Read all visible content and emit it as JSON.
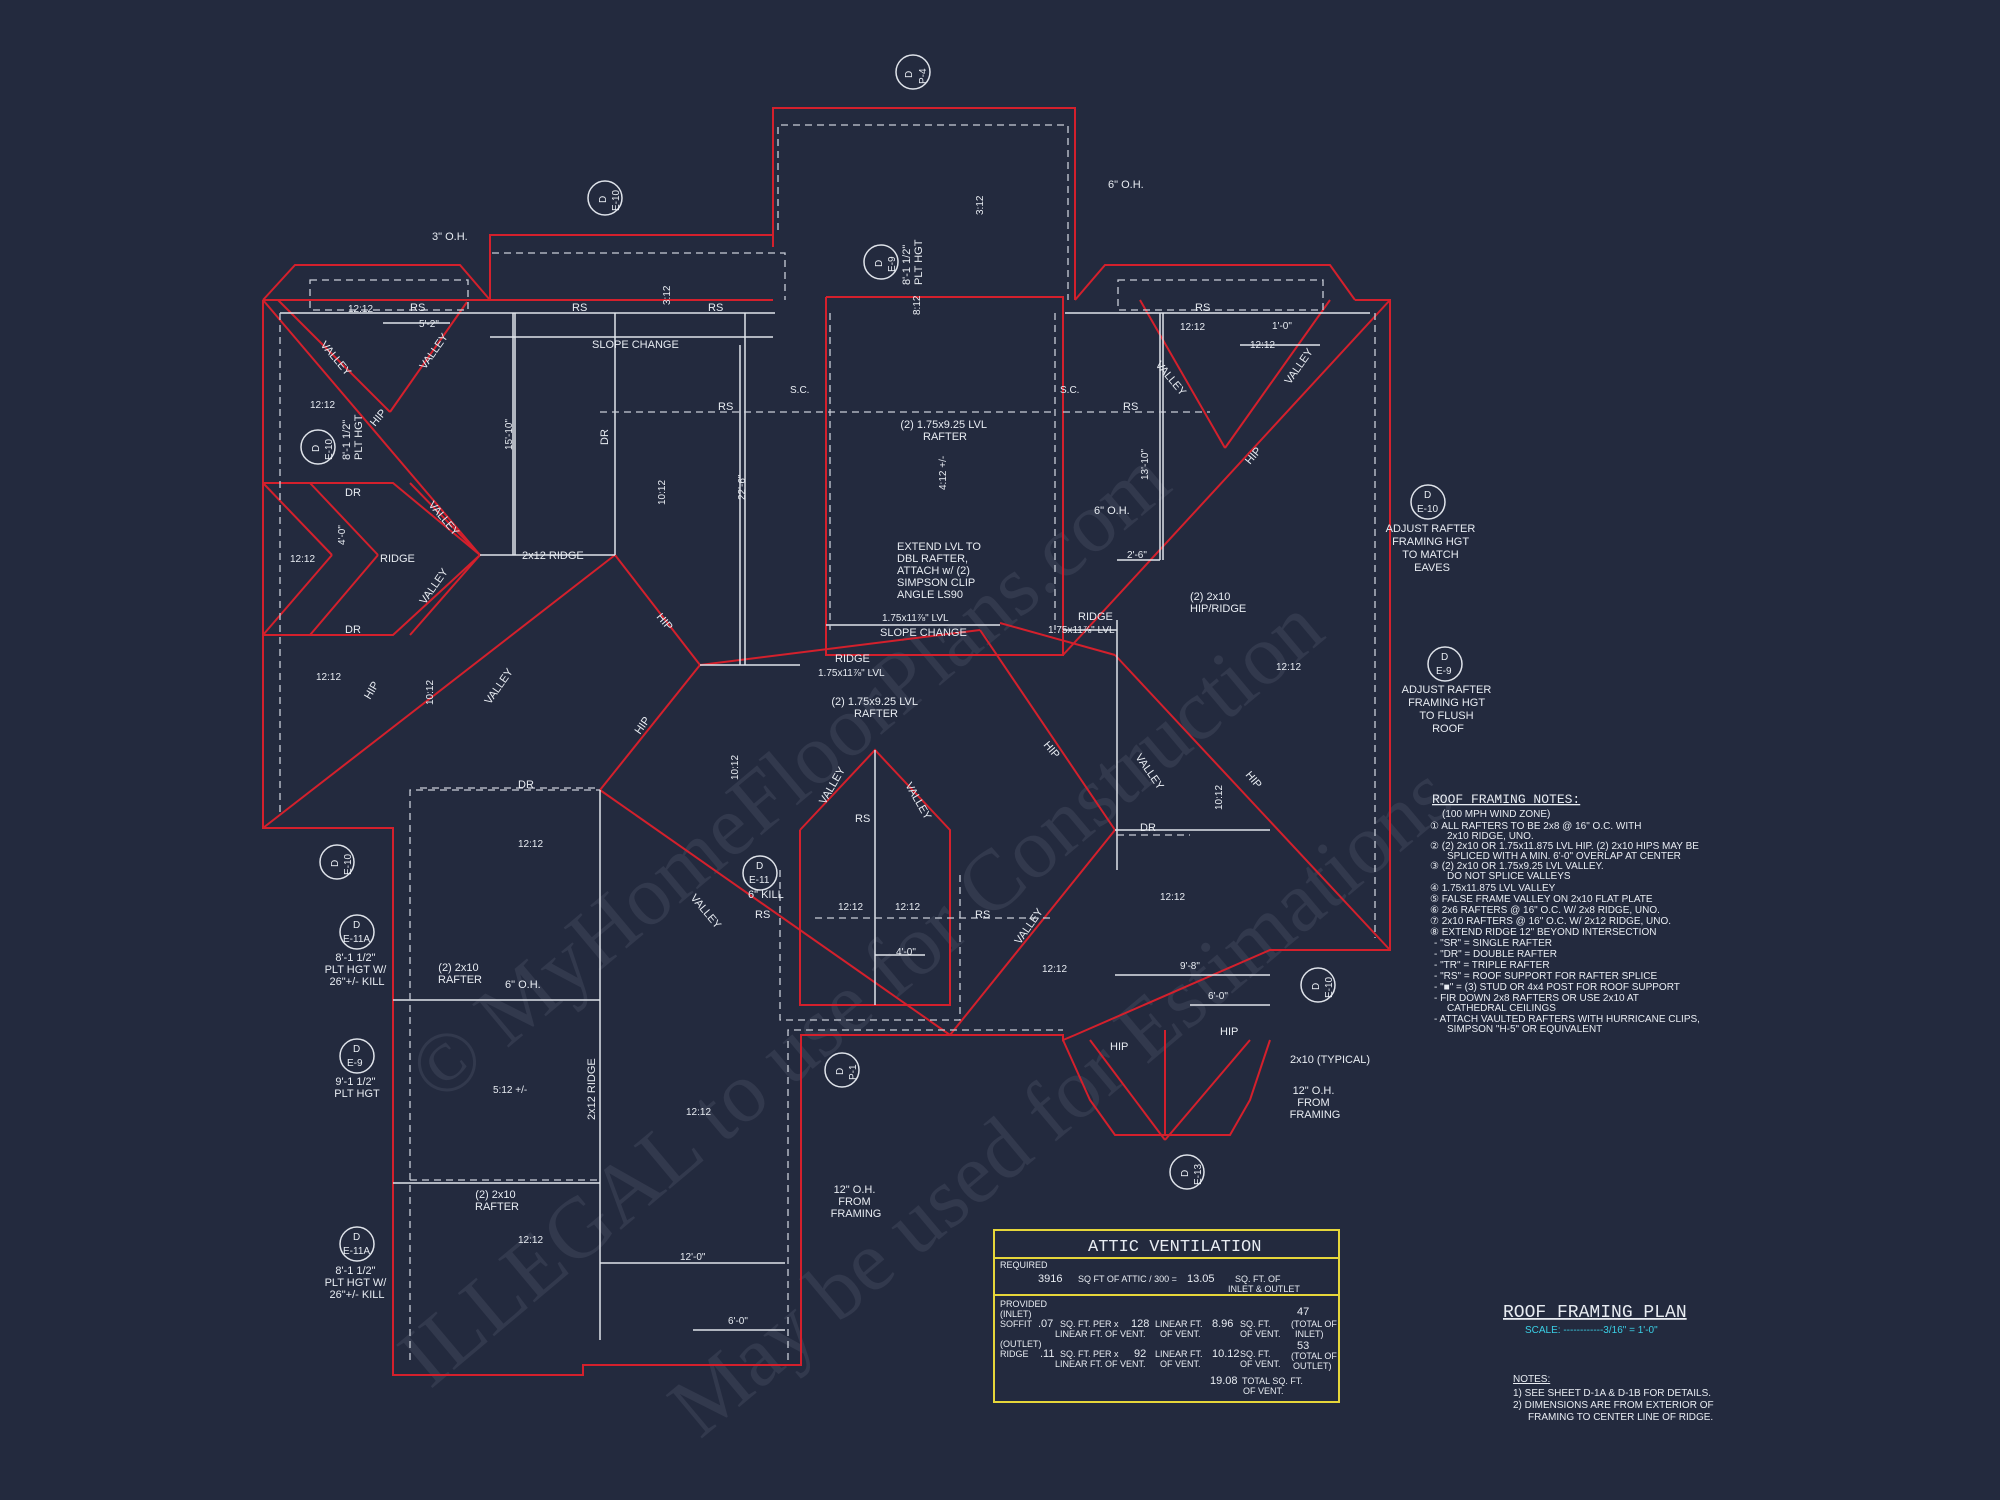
{
  "title": "ROOF FRAMING PLAN",
  "scale": "SCALE: ------------3/16\" = 1'-0\"",
  "watermark": {
    "line1": "© MyHomeFloorPlans.com",
    "line2": "ILLEGAL to use for Construction",
    "line3": "May be used for Estimations"
  },
  "notes_title": "ROOF FRAMING NOTES:",
  "notes": [
    "(100 MPH WIND ZONE)",
    "① ALL RAFTERS TO BE 2x8 @ 16\" O.C. WITH",
    "2x10 RIDGE, UNO.",
    "② (2) 2x10 OR 1.75x11.875 LVL HIP. (2) 2x10 HIPS MAY BE",
    "SPLICED WITH A MIN. 6'-0\" OVERLAP AT CENTER",
    "③ (2) 2x10 OR 1.75x9.25 LVL VALLEY.",
    "DO NOT SPLICE VALLEYS",
    "④ 1.75x11.875 LVL VALLEY",
    "⑤ FALSE FRAME VALLEY ON 2x10 FLAT PLATE",
    "⑥ 2x6 RAFTERS @ 16\" O.C. W/ 2x8 RIDGE, UNO.",
    "⑦ 2x10 RAFTERS @ 16\" O.C. W/ 2x12 RIDGE, UNO.",
    "⑧ EXTEND RIDGE 12\" BEYOND INTERSECTION",
    "- \"SR\" = SINGLE RAFTER",
    "- \"DR\" = DOUBLE RAFTER",
    "- \"TR\" = TRIPLE RAFTER",
    "- \"RS\" = ROOF SUPPORT FOR RAFTER SPLICE",
    "- \"■\" = (3) STUD OR 4x4 POST FOR ROOF SUPPORT",
    "- FIR DOWN 2x8 RAFTERS OR USE 2x10 AT",
    "CATHEDRAL CEILINGS",
    "- ATTACH VAULTED RAFTERS WITH HURRICANE CLIPS,",
    "SIMPSON \"H-5\" OR EQUIVALENT"
  ],
  "bottom_notes_title": "NOTES:",
  "bottom_notes": [
    "1) SEE SHEET D-1A & D-1B FOR DETAILS.",
    "2) DIMENSIONS ARE FROM EXTERIOR OF",
    "FRAMING TO CENTER LINE OF RIDGE."
  ],
  "attic": {
    "title": "ATTIC VENTILATION",
    "required_label": "REQUIRED",
    "attic_sqft": "3916",
    "attic_text": "SQ FT OF ATTIC / 300 =",
    "req_value": "13.05",
    "req_text1": "SQ. FT. OF",
    "req_text2": "INLET & OUTLET",
    "provided_label": "PROVIDED",
    "inlet_label": "(INLET)",
    "soffit_label": "SOFFIT",
    "soffit_rate": ".07",
    "per_text1": "SQ. FT. PER x",
    "per_text2": "LINEAR FT. OF VENT.",
    "soffit_lf": "128",
    "lf_text1": "LINEAR FT.",
    "lf_text2": "OF VENT.",
    "soffit_total": "8.96",
    "sqft_text1": "SQ. FT.",
    "sqft_text2": "OF VENT.",
    "soffit_pct": "47",
    "pct_inlet1": "(TOTAL OF",
    "pct_inlet2": "INLET)",
    "outlet_label": "(OUTLET)",
    "ridge_label": "RIDGE",
    "ridge_rate": ".11",
    "ridge_lf": "92",
    "ridge_total": "10.12",
    "ridge_pct": "53",
    "pct_outlet1": "(TOTAL OF",
    "pct_outlet2": "OUTLET)",
    "grand_total": "19.08",
    "total_text1": "TOTAL SQ. FT.",
    "total_text2": "OF VENT."
  },
  "callouts": [
    {
      "l1": "ADJUST RAFTER",
      "l2": "FRAMING HGT",
      "l3": "TO MATCH",
      "l4": "EAVES"
    },
    {
      "l1": "ADJUST RAFTER",
      "l2": "FRAMING HGT",
      "l3": "TO FLUSH",
      "l4": "ROOF"
    },
    {
      "l1": "EXTEND LVL TO",
      "l2": "DBL RAFTER,",
      "l3": "ATTACH w/ (2)",
      "l4": "SIMPSON CLIP",
      "l5": "ANGLE LS90"
    },
    {
      "l1": "(2) 1.75x9.25 LVL",
      "l2": "RAFTER"
    },
    {
      "l1": "(2) 1.75x9.25 LVL",
      "l2": "RAFTER"
    },
    {
      "l1": "(2) 2x10",
      "l2": "HIP/RIDGE"
    },
    {
      "l1": "8'-1 1/2\"",
      "l2": "PLT HGT W/",
      "l3": "26\"+/- KILL"
    },
    {
      "l1": "9'-1 1/2\"",
      "l2": "PLT HGT"
    },
    {
      "l1": "8'-1 1/2\"",
      "l2": "PLT HGT W/",
      "l3": "26\"+/- KILL"
    },
    {
      "l1": "12\" O.H.",
      "l2": "FROM",
      "l3": "FRAMING"
    },
    {
      "l1": "12\" O.H.",
      "l2": "FROM",
      "l3": "FRAMING"
    },
    {
      "l1": "(2) 2x10",
      "l2": "RAFTER"
    },
    {
      "l1": "(2) 2x10",
      "l2": "RAFTER"
    },
    {
      "l1": "8'-1 1/2\"",
      "l2": "PLT HGT"
    },
    {
      "l1": "8'-1 1/2\"",
      "l2": "PLT HGT"
    }
  ],
  "labels": {
    "oh6a": "6\" O.H.",
    "oh6b": "6\" O.H.",
    "oh6c": "6\" O.H.",
    "oh3": "3\" O.H.",
    "slope1": "SLOPE CHANGE",
    "slope2": "SLOPE CHANGE",
    "sc1": "S.C.",
    "sc2": "S.C.",
    "ridge2x12": "2x12 RIDGE",
    "ridge2x12v": "2x12 RIDGE",
    "lvl1": "1.75x11⅞\" LVL",
    "lvl2": "1.75x11⅞\" LVL",
    "lvl3": "1.75x11⅞\" LVL",
    "ridge": "RIDGE",
    "ridge2": "RIDGE",
    "ridge3": "RIDGE",
    "typical": "2x10 (TYPICAL)",
    "kill": "6\" KILL",
    "hip": "HIP",
    "valley": "VALLEY",
    "rs": "RS",
    "dr": "DR",
    "d": "D",
    "p4": "P-4",
    "e10": "E-10",
    "e9": "E-9",
    "e11": "E-11",
    "e11a": "E-11A",
    "e13": "E-13",
    "p1": "P-1"
  },
  "pitches": [
    "12:12",
    "3:12",
    "10:12",
    "4:12 +/-",
    "5:12 +/-",
    "8:12"
  ],
  "dims": [
    "5'-2\"",
    "15'-10\"",
    "22'-6\"",
    "4'-0\"",
    "2'-6\"",
    "13'-10\"",
    "1'-0\"",
    "4'-0\"",
    "9'-8\"",
    "6'-0\"",
    "12'-0\"",
    "6'-0\""
  ]
}
